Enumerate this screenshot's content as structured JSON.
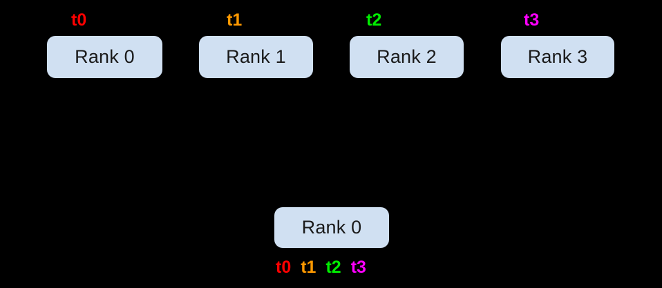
{
  "diagram": {
    "background_color": "#000000",
    "box_fill_color": "#d0e0f2",
    "box_text_color": "#1a1a1a",
    "top_boxes": [
      {
        "label": "Rank 0",
        "tag": "t0",
        "tag_color": "#ff0000"
      },
      {
        "label": "Rank 1",
        "tag": "t1",
        "tag_color": "#ff9900"
      },
      {
        "label": "Rank 2",
        "tag": "t2",
        "tag_color": "#00ee00"
      },
      {
        "label": "Rank 3",
        "tag": "t3",
        "tag_color": "#ff00ff"
      }
    ],
    "bottom_box": {
      "label": "Rank 0",
      "tags": [
        {
          "text": "t0",
          "color": "#ff0000"
        },
        {
          "text": "t1",
          "color": "#ff9900"
        },
        {
          "text": "t2",
          "color": "#00ee00"
        },
        {
          "text": "t3",
          "color": "#ff00ff"
        }
      ]
    }
  }
}
